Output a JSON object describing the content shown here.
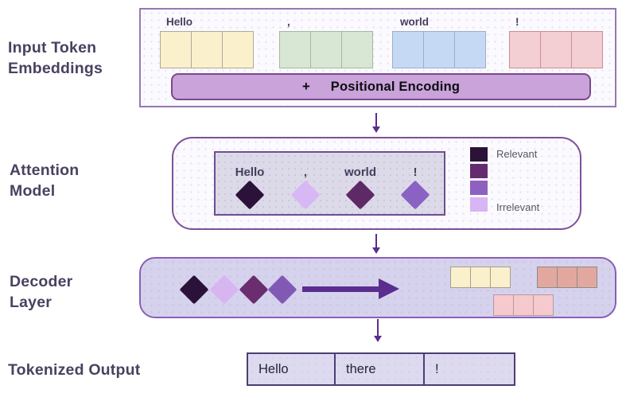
{
  "headings": {
    "input": "Input Token Embeddings",
    "attention": "Attention Model",
    "decoder": "Decoder Layer",
    "output": "Tokenized Output"
  },
  "input_section": {
    "tokens": [
      {
        "text": "Hello",
        "fill": "#FAF0CC",
        "border": "#AFA99A"
      },
      {
        "text": ",",
        "fill": "#D7E7D3",
        "border": "#A3B8A0"
      },
      {
        "text": "world",
        "fill": "#C5D8F4",
        "border": "#9FAEC9"
      },
      {
        "text": "!",
        "fill": "#F3CFD3",
        "border": "#C98F92"
      }
    ],
    "positional_encoding": {
      "plus": "+",
      "label": "Positional Encoding",
      "fill": "#C9A3D9",
      "border": "#7A4890"
    }
  },
  "attention_section": {
    "tokens": [
      {
        "text": "Hello",
        "fill": "#2B1238"
      },
      {
        "text": ",",
        "fill": "#D8B8F4"
      },
      {
        "text": "world",
        "fill": "#5E2A66"
      },
      {
        "text": "!",
        "fill": "#8A62C4"
      }
    ],
    "legend": {
      "colors": [
        "#2B1238",
        "#642B6E",
        "#8E60C0",
        "#D8B5F4"
      ],
      "top_label": "Relevant",
      "bottom_label": "Irrelevant"
    }
  },
  "decoder_section": {
    "diamonds": [
      "#2B1238",
      "#D7B5F0",
      "#6A2E6F",
      "#8159B5"
    ],
    "rows": [
      {
        "fill": "#FAF0CC",
        "border": "#A49E8E"
      },
      {
        "fill": "#E2A89F",
        "border": "#8F8A84"
      },
      {
        "fill": "#F5C9CE",
        "border": "#B39A9E"
      }
    ]
  },
  "output_section": {
    "tokens": [
      "Hello",
      "there",
      "!"
    ]
  },
  "colors": {
    "accent_arrow": "#5B2D8E",
    "heading_text": "#4A4160",
    "outer_box_border": "#9678B4"
  }
}
